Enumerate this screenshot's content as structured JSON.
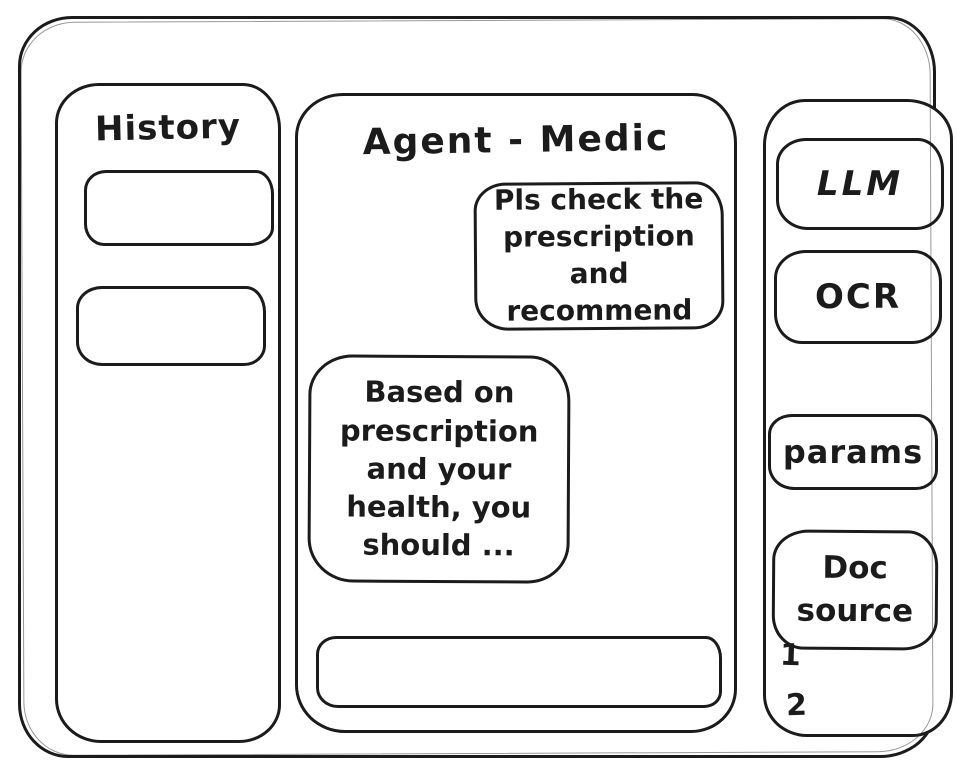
{
  "app": {
    "title": "Agent - Medic"
  },
  "history": {
    "title": "History"
  },
  "chat": {
    "user_message": "Pls check the prescription and recommend",
    "agent_message": "Based on prescription and your health, you should ...",
    "input_value": "",
    "input_placeholder": ""
  },
  "tools": {
    "llm_label": "LLM",
    "ocr_label": "OCR",
    "params_label": "params",
    "doc_source_label": "Doc source",
    "doc_items": [
      "1",
      "2"
    ]
  },
  "colors": {
    "ink": "#1b1b1b",
    "background": "#ffffff"
  }
}
